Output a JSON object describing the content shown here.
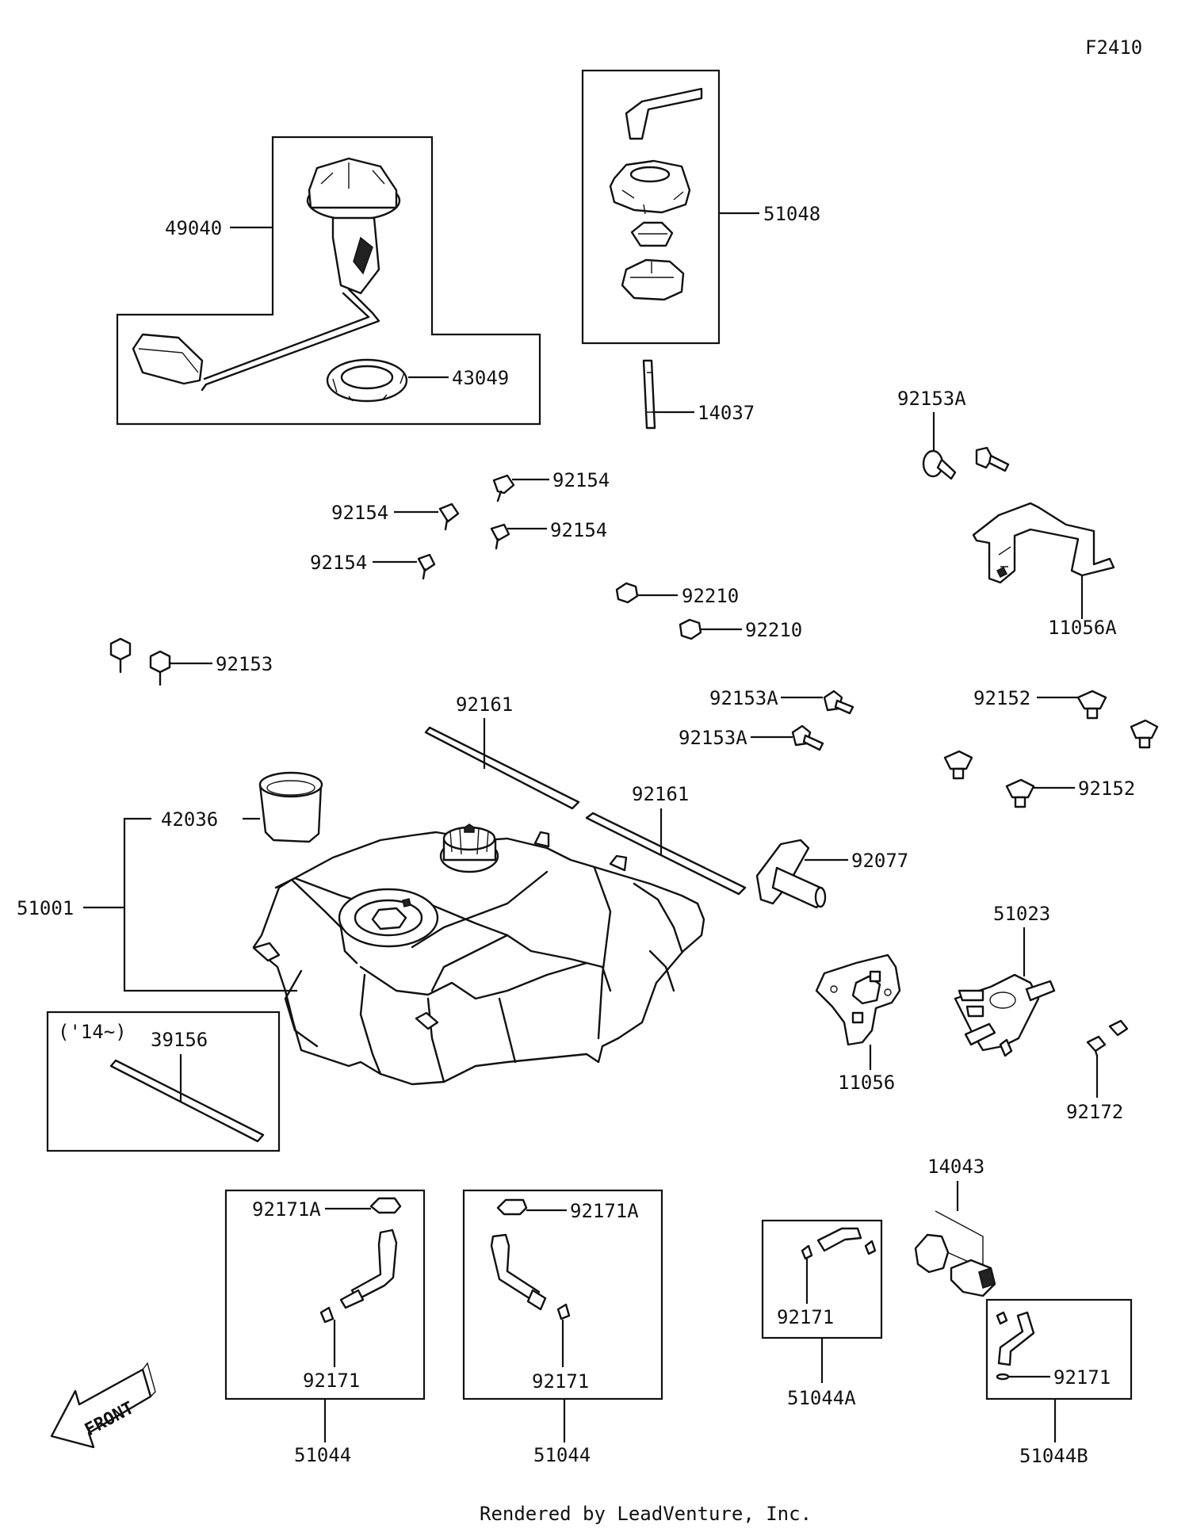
{
  "figure_code": "F2410",
  "footer": "Rendered by LeadVenture, Inc.",
  "front_label": "FRONT",
  "year_note": "('14~)",
  "parts": {
    "p49040": "49040",
    "p43049": "43049",
    "p51048": "51048",
    "p14037": "14037",
    "p92153A_top": "92153A",
    "p11056A": "11056A",
    "p92154_a": "92154",
    "p92154_b": "92154",
    "p92154_c": "92154",
    "p92154_d": "92154",
    "p92210_a": "92210",
    "p92210_b": "92210",
    "p92153": "92153",
    "p92161_a": "92161",
    "p92161_b": "92161",
    "p92153A_a": "92153A",
    "p92153A_b": "92153A",
    "p92152_a": "92152",
    "p92152_b": "92152",
    "p42036": "42036",
    "p51001": "51001",
    "p92077": "92077",
    "p51023": "51023",
    "p11056": "11056",
    "p92172": "92172",
    "p39156": "39156",
    "p14043": "14043",
    "p92171A_l": "92171A",
    "p92171A_r": "92171A",
    "p92171_l": "92171",
    "p92171_m": "92171",
    "p92171_n": "92171",
    "p92171_o": "92171",
    "p51044_l": "51044",
    "p51044_r": "51044",
    "p51044A": "51044A",
    "p51044B": "51044B"
  }
}
